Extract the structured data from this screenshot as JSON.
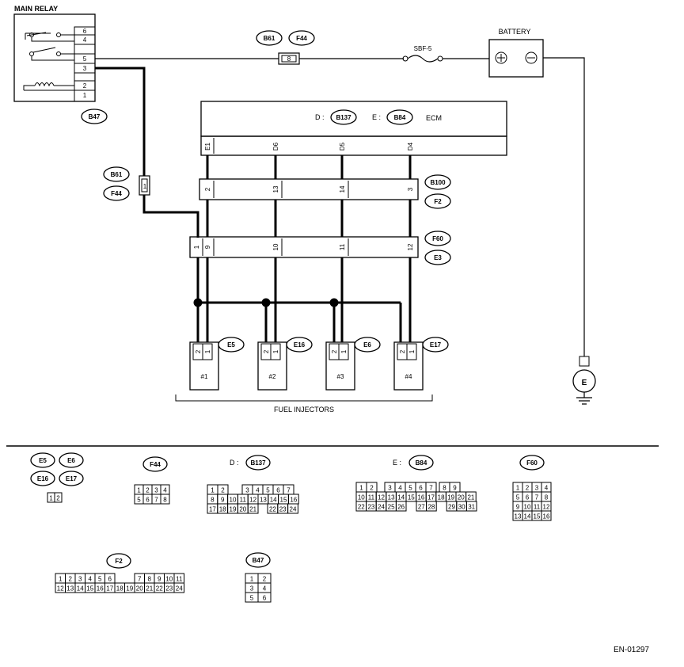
{
  "title_main_relay": "MAIN RELAY",
  "main_relay_pins": [
    "6",
    "4",
    "5",
    "3",
    "2",
    "1"
  ],
  "main_relay_connector": "B47",
  "battery_label": "BATTERY",
  "fuse_label": "SBF-5",
  "connector_b61": "B61",
  "connector_f44": "F44",
  "pin_8": "8",
  "pin_1": "1",
  "ecm_label": "ECM",
  "ecm_connectors": {
    "d_prefix": "D :",
    "d": "B137",
    "e_prefix": "E :",
    "e": "B84"
  },
  "ecm_pins": [
    "E1",
    "D6",
    "D5",
    "D4"
  ],
  "conn_b100_pins": [
    "2",
    "13",
    "14",
    "3"
  ],
  "conn_b100": "B100",
  "conn_f2": "F2",
  "conn_f60_pins": [
    "1",
    "9",
    "10",
    "11",
    "12"
  ],
  "conn_f60": "F60",
  "conn_e3": "E3",
  "injectors": [
    {
      "name": "#1",
      "connector": "E5"
    },
    {
      "name": "#2",
      "connector": "E16"
    },
    {
      "name": "#3",
      "connector": "E6"
    },
    {
      "name": "#4",
      "connector": "E17"
    }
  ],
  "injector_pins": [
    "2",
    "1"
  ],
  "fuel_injectors_label": "FUEL INJECTORS",
  "ground_label": "E",
  "legend": {
    "e_group": [
      "E5",
      "E6",
      "E16",
      "E17"
    ],
    "e_pins": [
      "1",
      "2"
    ],
    "f44": "F44",
    "f44_rows": [
      [
        "1",
        "2",
        "3",
        "4"
      ],
      [
        "5",
        "6",
        "7",
        "8"
      ]
    ],
    "d_prefix": "D :",
    "b137": "B137",
    "b137_row1": [
      "1",
      "2",
      "3",
      "4",
      "5",
      "6",
      "7"
    ],
    "b137_row2": [
      "8",
      "9",
      "10",
      "11",
      "12",
      "13",
      "14",
      "15",
      "16"
    ],
    "b137_row3": [
      "17",
      "18",
      "19",
      "20",
      "21",
      "22",
      "23",
      "24"
    ],
    "e_prefix": "E :",
    "b84": "B84",
    "b84_row1": [
      "1",
      "2",
      "3",
      "4",
      "5",
      "6",
      "7",
      "8",
      "9"
    ],
    "b84_row2": [
      "10",
      "11",
      "12",
      "13",
      "14",
      "15",
      "16",
      "17",
      "18",
      "19",
      "20",
      "21"
    ],
    "b84_row3": [
      "22",
      "23",
      "24",
      "25",
      "26",
      "27",
      "28",
      "29",
      "30",
      "31"
    ],
    "f60": "F60",
    "f60_rows": [
      [
        "1",
        "2",
        "3",
        "4"
      ],
      [
        "5",
        "6",
        "7",
        "8"
      ],
      [
        "9",
        "10",
        "11",
        "12"
      ],
      [
        "13",
        "14",
        "15",
        "16"
      ]
    ],
    "f2": "F2",
    "f2_row1": [
      "1",
      "2",
      "3",
      "4",
      "5",
      "6",
      "7",
      "8",
      "9",
      "10",
      "11"
    ],
    "f2_row2": [
      "12",
      "13",
      "14",
      "15",
      "16",
      "17",
      "18",
      "19",
      "20",
      "21",
      "22",
      "23",
      "24"
    ],
    "b47": "B47",
    "b47_rows": [
      [
        "1",
        "2"
      ],
      [
        "3",
        "4"
      ],
      [
        "5",
        "6"
      ]
    ]
  },
  "figure_code": "EN-01297"
}
